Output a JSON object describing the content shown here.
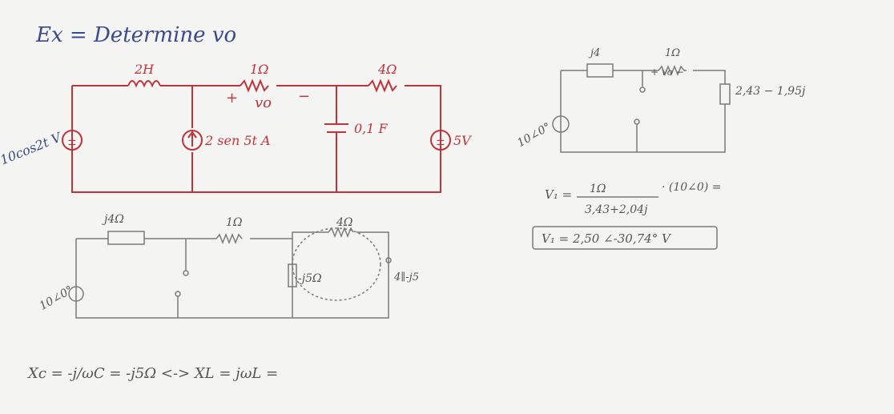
{
  "colors": {
    "paper": "#f4f4f2",
    "ink_blue": "#3b4a8c",
    "ink_red": "#c0333a",
    "pencil": "#7a7a7a"
  },
  "title": "Ex = Determine vo",
  "circuit1": {
    "source_voltage": "10cos2t V",
    "inductor": "2H",
    "resistor_top": "1Ω",
    "vo_plus": "+",
    "vo_label": "vo",
    "vo_minus": "−",
    "resistor_right": "4Ω",
    "current_source": "2 sen 5t A",
    "capacitor": "0,1 F",
    "voltage_source_right": "5V"
  },
  "circuit2": {
    "source": "10∠0°",
    "inductor_impedance": "j4Ω",
    "resistor_top": "1Ω",
    "resistor_right": "4Ω",
    "capacitor_impedance": "-j5Ω",
    "equivalent": "4∥-j5"
  },
  "circuit3": {
    "source": "10∠0°",
    "inductor_impedance": "j4",
    "resistor_top": "1Ω",
    "vo_label": "+ vo −",
    "equivalent_impedance": "2,43 − 1,95j"
  },
  "equations": {
    "v1_lhs": "V₁ =",
    "v1_numerator": "1Ω",
    "v1_denominator": "3,43+2,04j",
    "v1_tail": "· (10∠0) =",
    "result": "V₁ = 2,50 ∠-30,74° V",
    "xc_formula": "Xc = -j/ωC = -j5Ω <-> XL = jωL ="
  }
}
